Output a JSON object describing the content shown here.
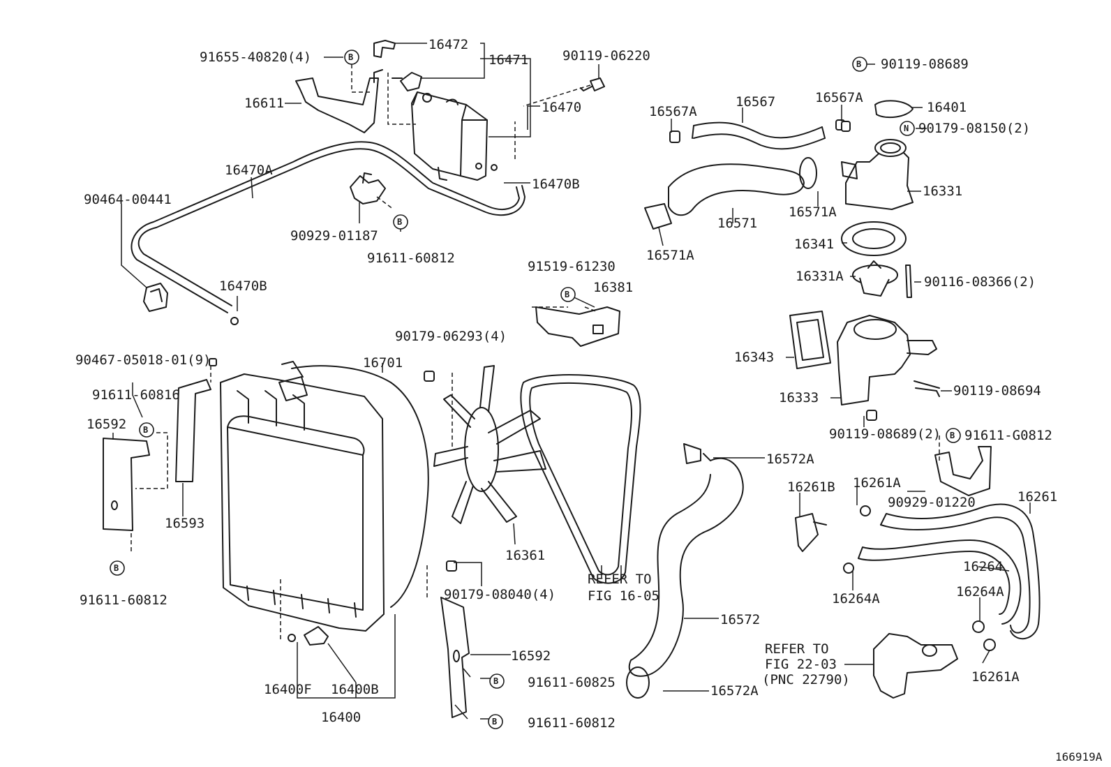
{
  "diagram_id": "166919A",
  "badges": {
    "B": "B",
    "N": "N"
  },
  "labels": {
    "p91655_40820": "91655-40820(4)",
    "p16472": "16472",
    "p16471": "16471",
    "p90119_06220": "90119-06220",
    "p16611": "16611",
    "p16470": "16470",
    "p16470A": "16470A",
    "p90464_00441": "90464-00441",
    "p16470B_top": "16470B",
    "p90929_01187": "90929-01187",
    "p91611_60812_a": "91611-60812",
    "p16470B_bot": "16470B",
    "p16567A_left": "16567A",
    "p16567": "16567",
    "p16567A_right": "16567A",
    "p90119_08689": "90119-08689",
    "p16401": "16401",
    "p90179_08150": "90179-08150(2)",
    "p16331": "16331",
    "p16571": "16571",
    "p16571A_right": "16571A",
    "p16571A_left": "16571A",
    "p16341": "16341",
    "p16331A": "16331A",
    "p90116_08366": "90116-08366(2)",
    "p91519_61230": "91519-61230",
    "p16381": "16381",
    "p16343": "16343",
    "p16333": "16333",
    "p90119_08694": "90119-08694",
    "p90119_08689_2": "90119-08689(2)",
    "p91611_G0812": "91611-G0812",
    "p90467_05018": "90467-05018-01(9)",
    "p90179_06293": "90179-06293(4)",
    "p16701": "16701",
    "p91611_60816": "91611-60816",
    "p16592_top": "16592",
    "p16593": "16593",
    "p16361": "16361",
    "refer_16_05_a": "REFER TO",
    "refer_16_05_b": "FIG 16-05",
    "p16572A_top": "16572A",
    "p16261B": "16261B",
    "p16261A_top": "16261A",
    "p90929_01220": "90929-01220",
    "p16261": "16261",
    "p16264": "16264",
    "p16264A_left": "16264A",
    "p16264A_right": "16264A",
    "p91611_60812_b": "91611-60812",
    "p90179_08040": "90179-08040(4)",
    "p16572": "16572",
    "refer_22_03_a": "REFER TO",
    "refer_22_03_b": "FIG 22-03",
    "refer_22_03_c": "(PNC 22790)",
    "p16261A_bot": "16261A",
    "p16592_bot": "16592",
    "p91611_60825": "91611-60825",
    "p91611_60812_c": "91611-60812",
    "p16400F": "16400F",
    "p16400B": "16400B",
    "p16400": "16400",
    "p16572A_bot": "16572A"
  }
}
